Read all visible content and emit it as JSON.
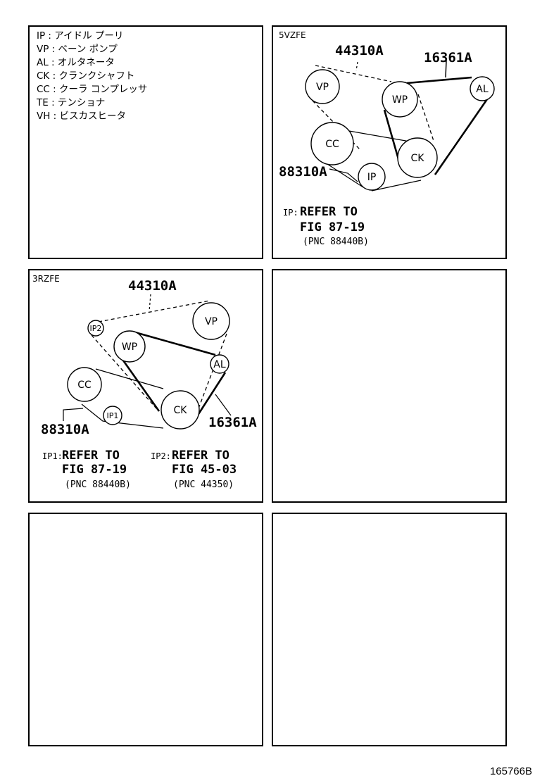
{
  "legend": [
    {
      "code": "IP",
      "sep": " : ",
      "text": "アイドル プーリ"
    },
    {
      "code": "VP",
      "sep": " : ",
      "text": "ベーン ポンプ"
    },
    {
      "code": "AL",
      "sep": " : ",
      "text": "オルタネータ"
    },
    {
      "code": "CK",
      "sep": " : ",
      "text": "クランクシャフト"
    },
    {
      "code": "CC",
      "sep": " : ",
      "text": " クーラ コンプレッサ"
    },
    {
      "code": "TE",
      "sep": " : ",
      "text": "テンショナ"
    },
    {
      "code": "VH",
      "sep": " : ",
      "text": "ビスカスヒータ"
    }
  ],
  "engine1": {
    "title": "5VZFE",
    "pulleys": {
      "vp": "VP",
      "wp": "WP",
      "al": "AL",
      "cc": "CC",
      "ck": "CK",
      "ip": "IP"
    },
    "parts": {
      "p44310": "44310A",
      "p16361": "16361A",
      "p88310": "88310A"
    },
    "note": {
      "tag": "IP:",
      "line1": "REFER TO",
      "line2": "FIG 87-19",
      "line3": "(PNC 88440B)"
    }
  },
  "engine2": {
    "title": "3RZFE",
    "pulleys": {
      "ip2": "IP2",
      "vp": "VP",
      "wp": "WP",
      "al": "AL",
      "cc": "CC",
      "ip1": "IP1",
      "ck": "CK"
    },
    "parts": {
      "p44310": "44310A",
      "p88310": "88310A",
      "p16361": "16361A"
    },
    "note1": {
      "tag": "IP1:",
      "line1": "REFER TO",
      "line2": "FIG 87-19",
      "line3": "(PNC 88440B)"
    },
    "note2": {
      "tag": "IP2:",
      "line1": "REFER TO",
      "line2": "FIG 45-03",
      "line3": "(PNC 44350)"
    }
  },
  "figure_number": "165766B"
}
